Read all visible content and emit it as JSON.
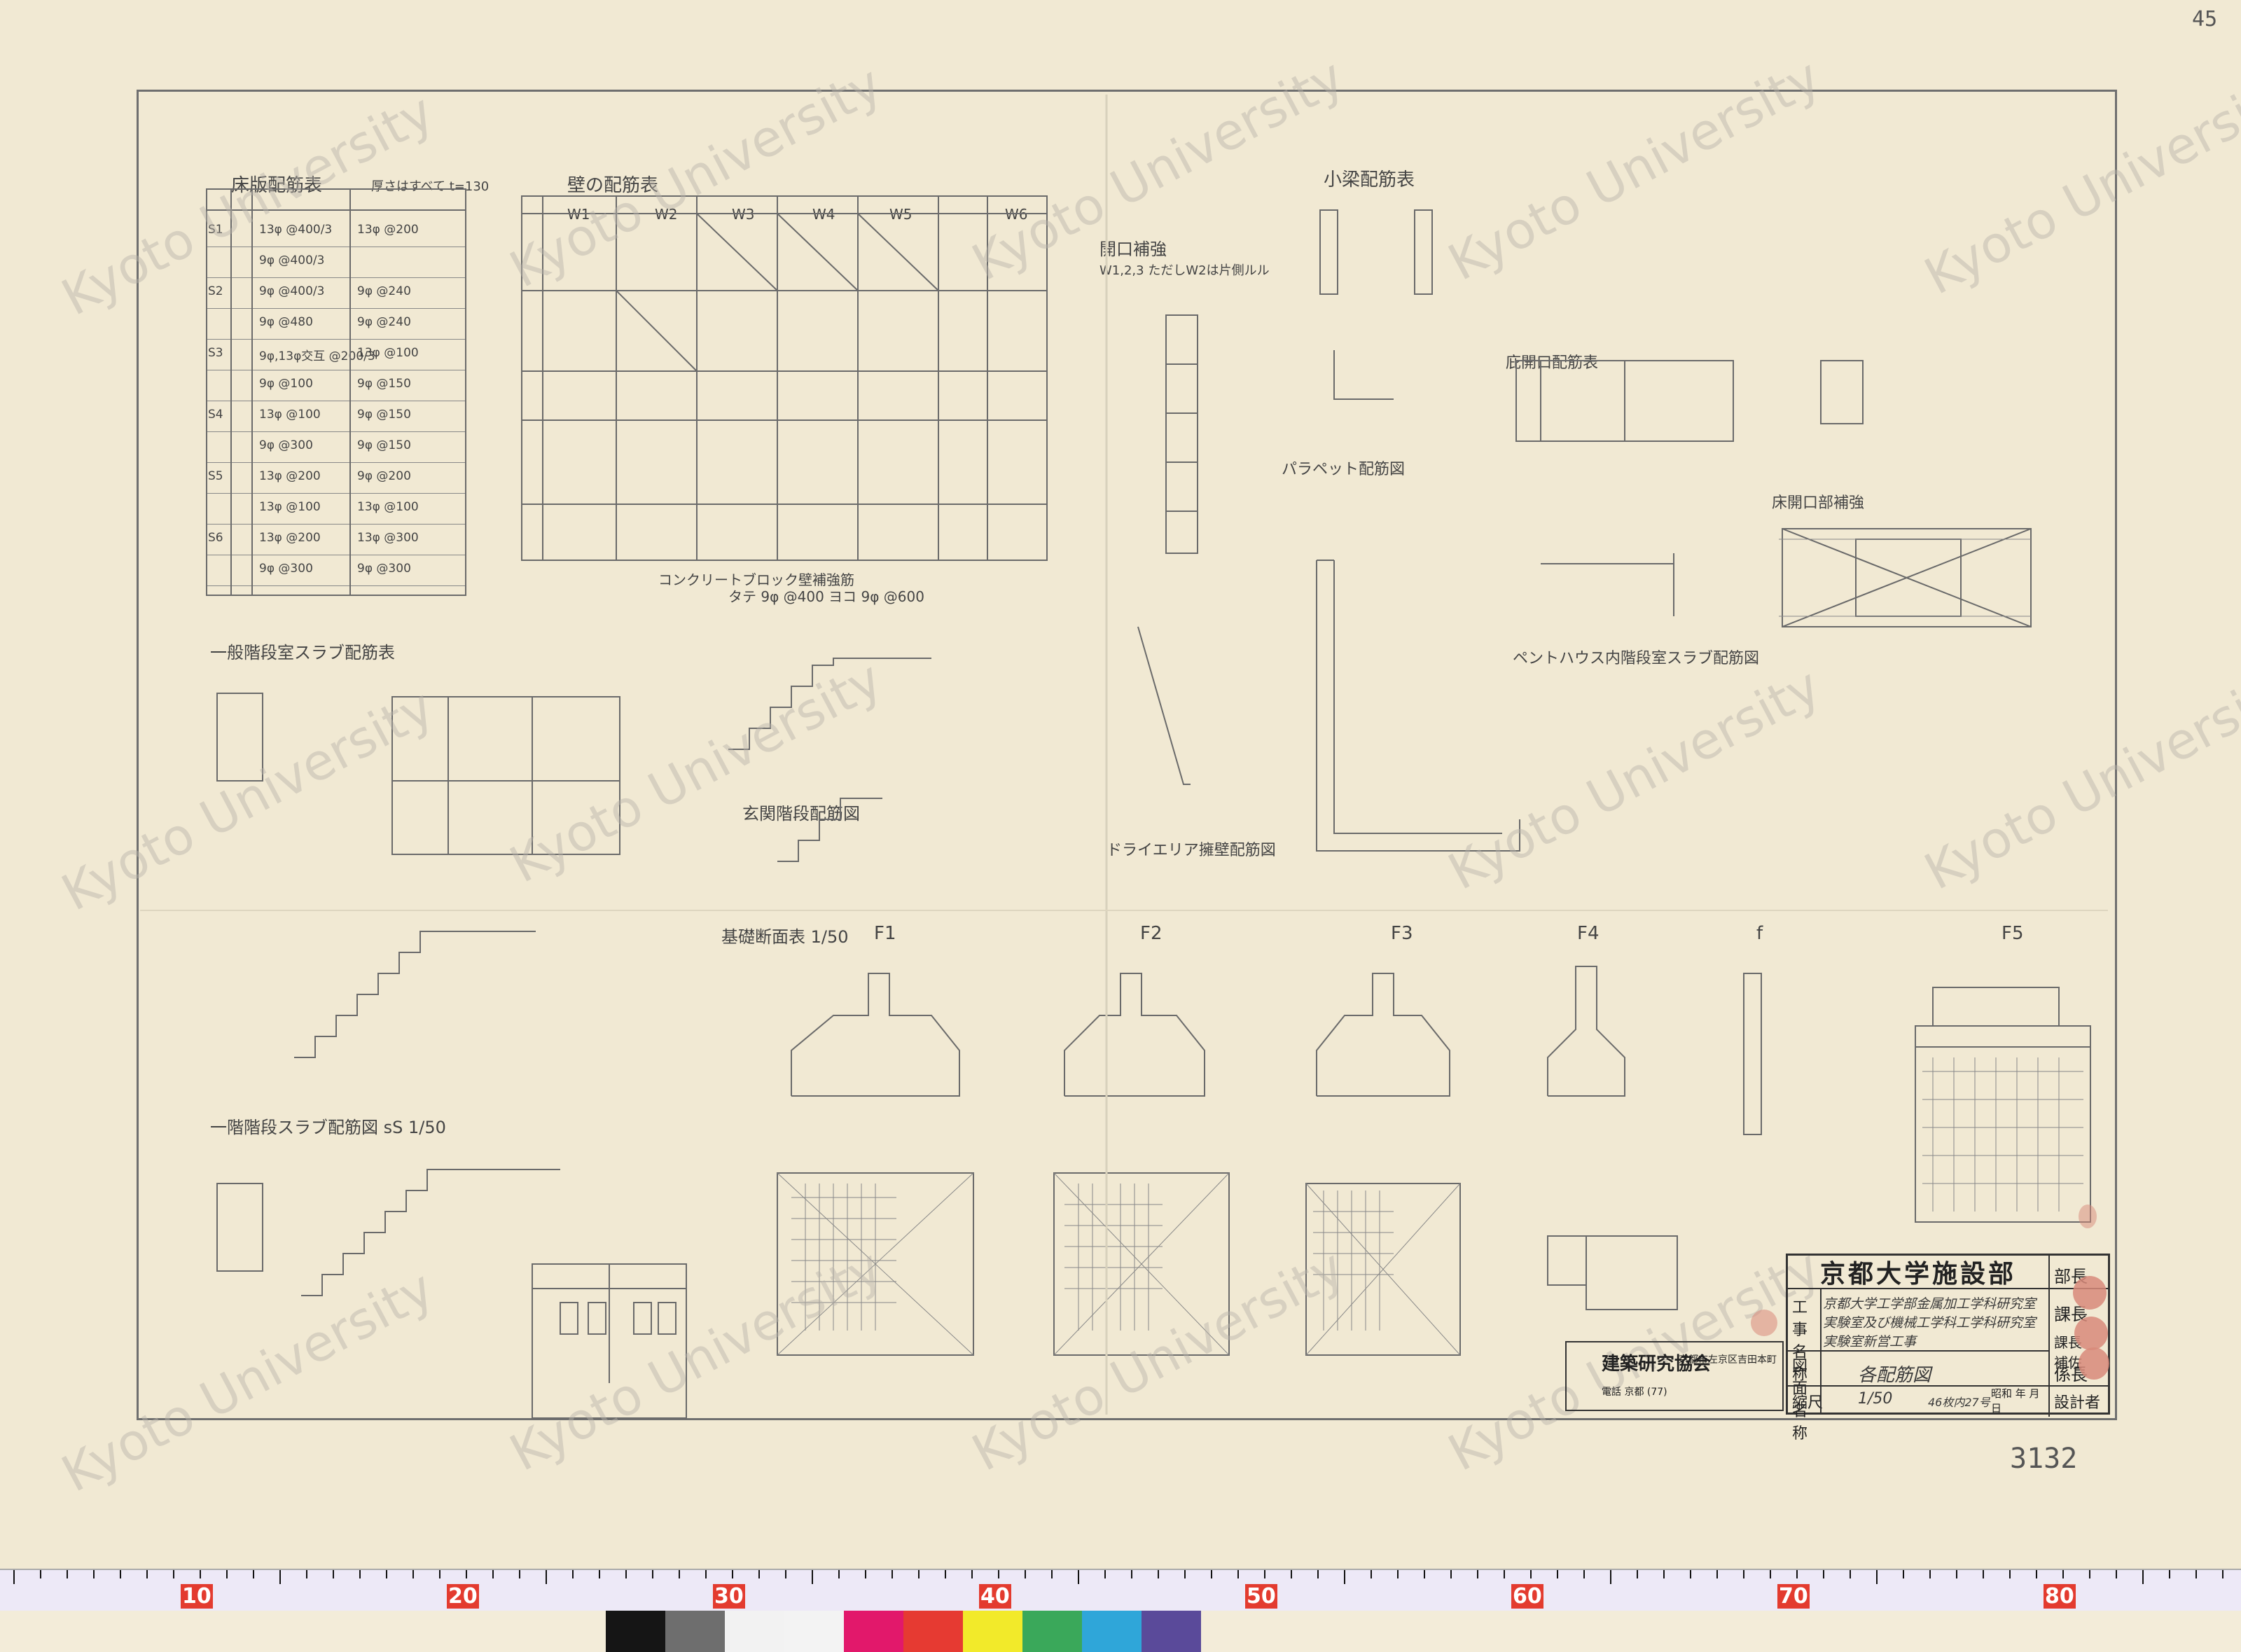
{
  "sheet": {
    "corner_number": "45",
    "sheet_number": "3132",
    "watermark": "Kyoto University"
  },
  "sections": {
    "floor_slab_table_title": "床版配筋表",
    "floor_slab_note": "厚さはすべて t=130",
    "wall_table_title": "壁の配筋表",
    "small_beam_title": "小梁配筋表",
    "opening_reinf_title": "開口補強",
    "opening_reinf_note": "W1,2,3 ただしW2は片側ルル",
    "parapet_title": "パラペット配筋図",
    "penthouse_stair_title": "ペントハウス内階段室スラブ配筋図",
    "general_stair_title": "一般階段室スラブ配筋表",
    "entrance_stair_title": "玄関階段配筋図",
    "dry_area_title": "ドライエリア擁壁配筋図",
    "block_wall_title": "コンクリートブロック壁補強筋",
    "block_wall_note": "タテ 9φ @400 ヨコ 9φ @600",
    "foundation_title": "基礎断面表 1/50",
    "first_stair_title": "一階階段スラブ配筋図 sS 1/50",
    "eave_table_title": "庇開口配筋表",
    "opening_detail_title": "床開口部補強"
  },
  "foundation_labels": [
    "F1",
    "F2",
    "F3",
    "F4",
    "f",
    "F5"
  ],
  "slab_rows": [
    {
      "id": "S1",
      "a": "13φ @400/3",
      "b": "13φ @200"
    },
    {
      "id": "",
      "a": "9φ @400/3",
      "b": ""
    },
    {
      "id": "S2",
      "a": "9φ @400/3",
      "b": "9φ @240"
    },
    {
      "id": "",
      "a": "9φ @480",
      "b": "9φ @240"
    },
    {
      "id": "S3",
      "a": "9φ,13φ交互 @200/3",
      "b": "13φ @100"
    },
    {
      "id": "",
      "a": "9φ @100",
      "b": "9φ @150"
    },
    {
      "id": "S4",
      "a": "13φ @100",
      "b": "9φ @150"
    },
    {
      "id": "",
      "a": "9φ @300",
      "b": "9φ @150"
    },
    {
      "id": "S5",
      "a": "13φ @200",
      "b": "9φ @200"
    },
    {
      "id": "",
      "a": "13φ @100",
      "b": "13φ @100"
    },
    {
      "id": "S6",
      "a": "13φ @200",
      "b": "13φ @300"
    },
    {
      "id": "",
      "a": "9φ @300",
      "b": "9φ @300"
    }
  ],
  "wall_headers": [
    "W1",
    "W2",
    "W3",
    "W4",
    "W5",
    "W6"
  ],
  "title_block": {
    "org": "京都大学施設部",
    "role_1": "部長",
    "role_2": "課長",
    "role_3": "課長補佐",
    "role_4": "係長",
    "role_5": "設計者",
    "project_label": "工事名称",
    "project_name": "京都大学工学部金属加工学科研究室実験室及び機械工学科工学科研究室実験室新営工事",
    "drawing_label": "図面名称",
    "drawing_name": "各配筋図",
    "scale_label": "縮尺",
    "scale_value": "1/50",
    "date_value": "46枚内27号",
    "era_label": "昭和 年 月 日"
  },
  "association": {
    "name": "建築研究協会",
    "line2": "京都市左京区吉田本町",
    "line3": "電話 京都 (77)"
  },
  "ruler": {
    "labels": [
      "10",
      "20",
      "30",
      "40",
      "50",
      "60",
      "70",
      "80"
    ]
  },
  "colors": {
    "paper": "#f1e9d3",
    "pencil": "#4a4a4a",
    "stamp": "#d8897a",
    "ruler_red": "#e33b2f"
  }
}
